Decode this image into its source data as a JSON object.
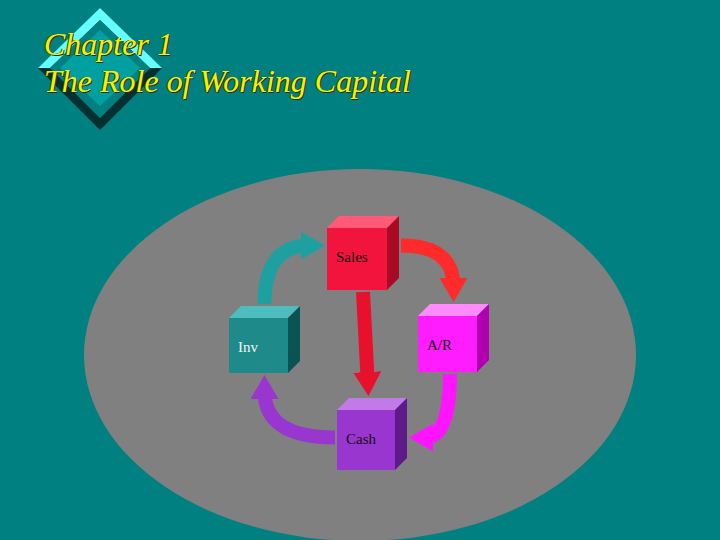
{
  "diagram": {
    "title": "Chapter 1 The Role of Working Capital",
    "nodes": [
      {
        "text": [
          "Sales"
        ]
      },
      {
        "text": [
          "Inv"
        ]
      },
      {
        "text": [
          "A/R"
        ]
      },
      {
        "text": [
          "Cash"
        ]
      }
    ],
    "edges": [
      {
        "from": 0,
        "to": 2,
        "arrow": "to"
      },
      {
        "from": 2,
        "to": 3,
        "arrow": "to"
      },
      {
        "from": 3,
        "to": 1,
        "arrow": "to"
      },
      {
        "from": 1,
        "to": 0,
        "arrow": "to"
      },
      {
        "from": 0,
        "to": 3,
        "arrow": "to"
      }
    ]
  }
}
